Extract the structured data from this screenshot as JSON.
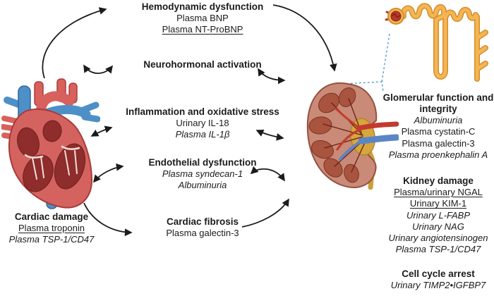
{
  "meta": {
    "background_color": "#ffffff",
    "text_color": "#1b1b1b",
    "arrow_color": "#1b1b1b",
    "callout_color": "#5b9bd5"
  },
  "center": {
    "sections": [
      {
        "id": "hemodynamic",
        "heading": "Hemodynamic dysfunction",
        "items": [
          {
            "text": "Plasma BNP",
            "style": "normal"
          },
          {
            "text": "Plasma NT-ProBNP",
            "style": "underline"
          }
        ]
      },
      {
        "id": "neurohormonal",
        "heading": "Neurohormonal activation",
        "items": []
      },
      {
        "id": "inflammation",
        "heading": "Inflammation and oxidative stress",
        "items": [
          {
            "text": "Urinary IL-18",
            "style": "normal"
          },
          {
            "text": "Plasma IL-1β",
            "style": "italic"
          }
        ]
      },
      {
        "id": "endothelial",
        "heading": "Endothelial dysfunction",
        "items": [
          {
            "text": "Plasma syndecan-1",
            "style": "italic"
          },
          {
            "text": "Albuminuria",
            "style": "italic"
          }
        ]
      },
      {
        "id": "fibrosis",
        "heading": "Cardiac fibrosis",
        "items": [
          {
            "text": "Plasma galectin-3",
            "style": "normal"
          }
        ]
      }
    ]
  },
  "left": {
    "heading": "Cardiac damage",
    "items": [
      {
        "text": "Plasma troponin",
        "style": "underline"
      },
      {
        "text": "Plasma TSP-1/CD47",
        "style": "italic"
      }
    ]
  },
  "right": {
    "sections": [
      {
        "id": "glomerular",
        "heading": "Glomerular function and integrity",
        "items": [
          {
            "text": "Albuminuria",
            "style": "italic"
          },
          {
            "text": "Plasma cystatin-C",
            "style": "normal"
          },
          {
            "text": "Plasma galectin-3",
            "style": "normal"
          },
          {
            "text": "Plasma proenkephalin A",
            "style": "italic"
          }
        ]
      },
      {
        "id": "kidney-damage",
        "heading": "Kidney damage",
        "items": [
          {
            "text": "Plasma/urinary NGAL",
            "style": "underline"
          },
          {
            "text": "Urinary KIM-1",
            "style": "underline"
          },
          {
            "text": "Urinary L-FABP",
            "style": "italic"
          },
          {
            "text": "Urinary NAG",
            "style": "italic"
          },
          {
            "text": "Urinary angiotensinogen",
            "style": "italic"
          },
          {
            "text": "Plasma TSP-1/CD47",
            "style": "italic"
          }
        ]
      },
      {
        "id": "cell-cycle",
        "heading": "Cell cycle arrest",
        "items": [
          {
            "text": "Urinary TIMP2•IGFBP7",
            "style": "italic"
          }
        ]
      }
    ]
  },
  "illustrations": {
    "heart": "anatomical heart cross-section",
    "kidney": "kidney cross-section with renal artery, renal vein and ureter",
    "nephron": "nephron tubule with glomerulus"
  }
}
